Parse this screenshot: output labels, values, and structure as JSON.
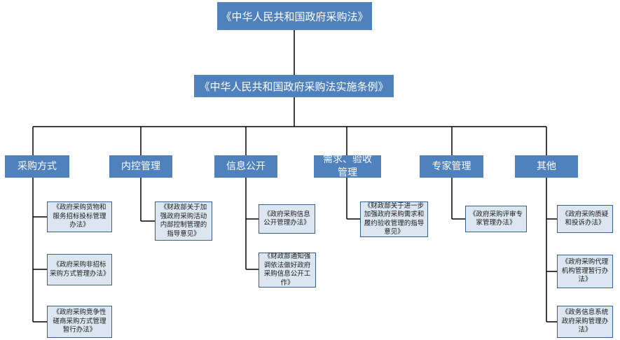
{
  "root": {
    "title": "《中华人民共和国政府采购法》"
  },
  "regulation": {
    "title": "《中华人民共和国政府采购法实施条例》"
  },
  "categories": [
    {
      "label": "采购方式",
      "docs": [
        "《政府采购货物和服务招标投标管理办法》",
        "《政府采购非招标采购方式管理办法》",
        "《政府采购竞争性磋商采购方式管理暂行办法》"
      ]
    },
    {
      "label": "内控管理",
      "docs": [
        "《财政部关于加强政府采购活动内部控制管理的指导意见》"
      ]
    },
    {
      "label": "信息公开",
      "docs": [
        "《政府采购信息公开管理办法》",
        "《财政部通知强调依法做好政府采购信息公开工作》"
      ]
    },
    {
      "label": "需求、验收管理",
      "docs": [
        "《财政部关于进一步加强政府采购需求和履约验收管理的指导意见》"
      ]
    },
    {
      "label": "专家管理",
      "docs": [
        "《政府采购评审专家管理办法》"
      ]
    },
    {
      "label": "其他",
      "docs": [
        "《政府采购质疑和投诉办法》",
        "《政府采购代理机构管理暂行办法》",
        "《政务信息系统政府采购管理办法》"
      ]
    }
  ],
  "colors": {
    "box_fill": "#4f81bd",
    "doc_fill": "#dce6f1",
    "doc_border": "#365f91",
    "connector": "#000000"
  }
}
